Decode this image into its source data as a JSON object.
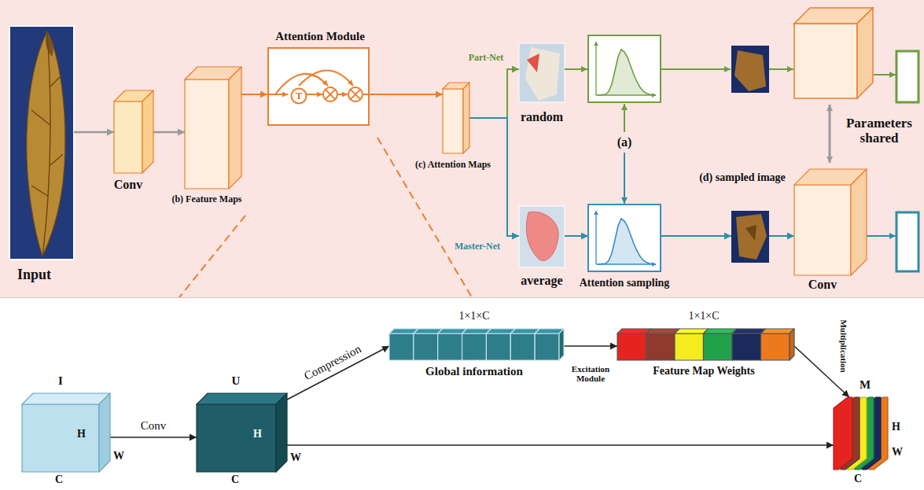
{
  "diagram": {
    "nodes": [
      {
        "text": [
          "Input"
        ]
      },
      {
        "text": [
          "Conv"
        ]
      },
      {
        "text": [
          "(b) Feature Maps"
        ]
      },
      {
        "text": [
          "Attention Module"
        ]
      },
      {
        "text": [
          "T"
        ],
        "in": 3
      },
      {
        "text": [
          "(c) Attention Maps"
        ]
      },
      {
        "text": [
          "random"
        ]
      },
      {
        "text": [
          "average"
        ]
      },
      {
        "text": [
          "Attention sampling"
        ]
      },
      {
        "text": [
          "(d) sampled image"
        ]
      },
      {
        "text": [
          "Conv"
        ]
      },
      {
        "text": [
          "I",
          "H",
          "W",
          "C"
        ]
      },
      {
        "text": [
          "U",
          "H",
          "W",
          "C"
        ]
      },
      {
        "text": [
          "1×1×C",
          "Global information"
        ]
      },
      {
        "text": [
          "1×1×C",
          "Feature Map Weights"
        ]
      },
      {
        "text": [
          "M",
          "H",
          "W",
          "C"
        ]
      }
    ],
    "edges": [
      {
        "from": 0,
        "to": 1,
        "arrow": "to"
      },
      {
        "from": 1,
        "to": 2,
        "arrow": "to"
      },
      {
        "from": 2,
        "to": 3,
        "arrow": "to"
      },
      {
        "from": 3,
        "to": 5,
        "arrow": "to"
      },
      {
        "from": 5,
        "to": 6,
        "label": "Part-Net",
        "arrow": "to"
      },
      {
        "from": 5,
        "to": 7,
        "label": "Master-Net",
        "arrow": "to"
      },
      {
        "from": 7,
        "to": 8,
        "arrow": "to"
      },
      {
        "from": 8,
        "to": 9,
        "arrow": "to"
      },
      {
        "from": 9,
        "to": 10,
        "arrow": "to"
      },
      {
        "from": 11,
        "to": 12,
        "label": "Conv",
        "arrow": "to"
      },
      {
        "from": 12,
        "to": 13,
        "label": "Compression",
        "arrow": "to"
      },
      {
        "from": 13,
        "to": 14,
        "label": "Excitation Module",
        "arrow": "to"
      },
      {
        "from": 14,
        "to": 15,
        "label": "Multiplication",
        "arrow": "to"
      },
      {
        "from": 12,
        "to": 15,
        "arrow": "to"
      }
    ],
    "labels": [
      "(a)",
      "Parameters shared"
    ]
  }
}
